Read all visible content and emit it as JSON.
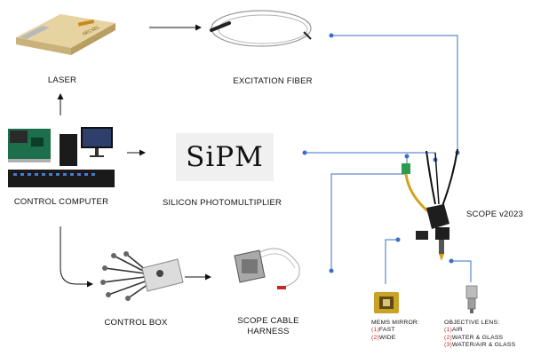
{
  "labels": {
    "laser": "LASER",
    "excitation_fiber": "EXCITATION FIBER",
    "control_computer": "CONTROL COMPUTER",
    "sipm_word": "SiPM",
    "silicon_photomultiplier": "SILICON PHOTOMULTIPLIER",
    "scope": "SCOPE v2023",
    "control_box": "CONTROL BOX",
    "scope_cable_line1": "SCOPE CABLE",
    "scope_cable_line2": "HARNESS",
    "laser_brand": "NECSEL"
  },
  "mems": {
    "title": "MEMS MIRROR:",
    "items": [
      {
        "num": "(1)",
        "text": "FAST"
      },
      {
        "num": "(2)",
        "text": "WIDE"
      }
    ]
  },
  "objective": {
    "title": "OBJECTIVE LENS:",
    "items": [
      {
        "num": "(1)",
        "text": "AIR"
      },
      {
        "num": "(2)",
        "text": "WATER & GLASS"
      },
      {
        "num": "(3)",
        "text": "WATER/AIR & GLASS"
      }
    ]
  },
  "colors": {
    "connector_line": "#3b6fc4",
    "arrow": "#111111",
    "number_red": "#c62828"
  }
}
